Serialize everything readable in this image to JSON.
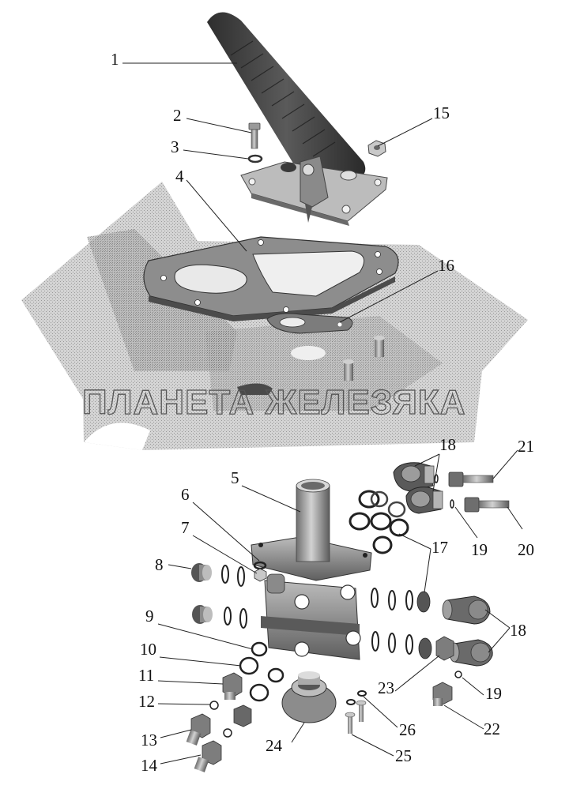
{
  "watermark": "ПЛАНЕТА ЖЕЛЕЗЯКА",
  "colors": {
    "part_dark": "#3f3f3f",
    "part_mid": "#8e8e8e",
    "part_light": "#c9c9c9",
    "floor_panel": "#cfcfcf",
    "leader_line": "#222222"
  },
  "callouts": [
    {
      "id": "1",
      "label": "1"
    },
    {
      "id": "2",
      "label": "2"
    },
    {
      "id": "3",
      "label": "3"
    },
    {
      "id": "4",
      "label": "4"
    },
    {
      "id": "5",
      "label": "5"
    },
    {
      "id": "6",
      "label": "6"
    },
    {
      "id": "7",
      "label": "7"
    },
    {
      "id": "8",
      "label": "8"
    },
    {
      "id": "9",
      "label": "9"
    },
    {
      "id": "10",
      "label": "10"
    },
    {
      "id": "11",
      "label": "11"
    },
    {
      "id": "12",
      "label": "12"
    },
    {
      "id": "13",
      "label": "13"
    },
    {
      "id": "14",
      "label": "14"
    },
    {
      "id": "15",
      "label": "15"
    },
    {
      "id": "16",
      "label": "16"
    },
    {
      "id": "17",
      "label": "17"
    },
    {
      "id": "18a",
      "label": "18"
    },
    {
      "id": "18b",
      "label": "18"
    },
    {
      "id": "19a",
      "label": "19"
    },
    {
      "id": "19b",
      "label": "19"
    },
    {
      "id": "20",
      "label": "20"
    },
    {
      "id": "21",
      "label": "21"
    },
    {
      "id": "22",
      "label": "22"
    },
    {
      "id": "23",
      "label": "23"
    },
    {
      "id": "24",
      "label": "24"
    },
    {
      "id": "25",
      "label": "25"
    },
    {
      "id": "26",
      "label": "26"
    }
  ]
}
